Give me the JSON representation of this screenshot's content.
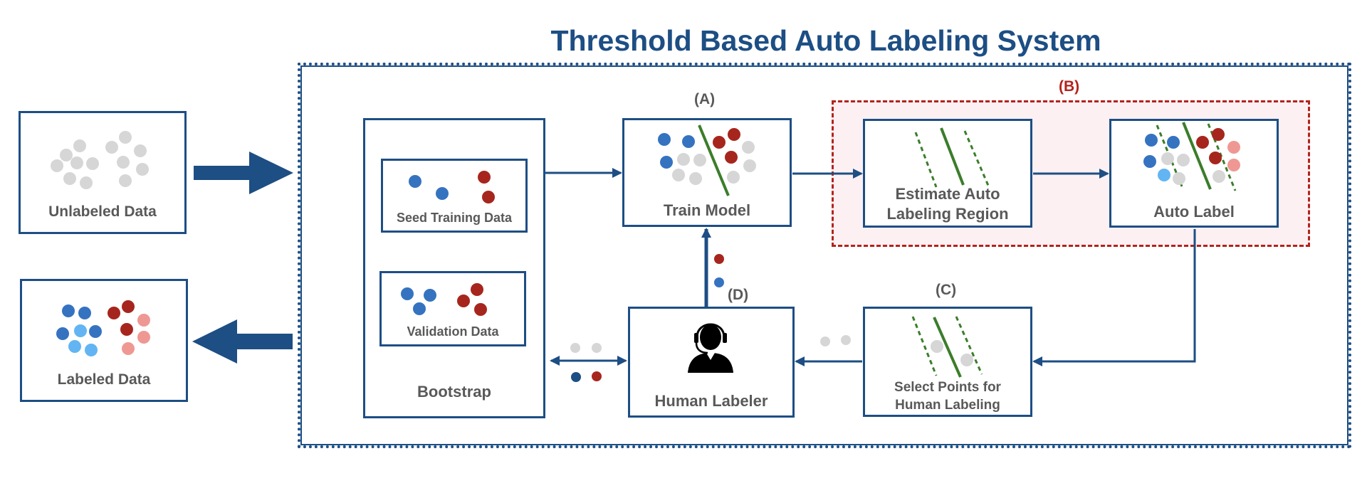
{
  "title": "Threshold Based Auto Labeling System",
  "nodes": {
    "unlabeled": "Unlabeled Data",
    "labeled": "Labeled Data",
    "bootstrap": "Bootstrap",
    "seed": "Seed Training Data",
    "validation": "Validation Data",
    "train": "Train Model",
    "estimate_line1": "Estimate Auto",
    "estimate_line2": "Labeling Region",
    "auto_label": "Auto Label",
    "human_labeler": "Human Labeler",
    "select_line1": "Select Points for",
    "select_line2": "Human Labeling"
  },
  "tags": {
    "a": "(A)",
    "b": "(B)",
    "c": "(C)",
    "d": "(D)"
  },
  "colors": {
    "navy": "#1d4e84",
    "blue": "#3573c0",
    "light_blue": "#62b5f2",
    "dark_red": "#a6261d",
    "pink": "#ef9893",
    "gray": "#d6d6d6",
    "green": "#3b7d2b",
    "region_fill": "#fdf0f2",
    "region_border": "#b3231d"
  }
}
